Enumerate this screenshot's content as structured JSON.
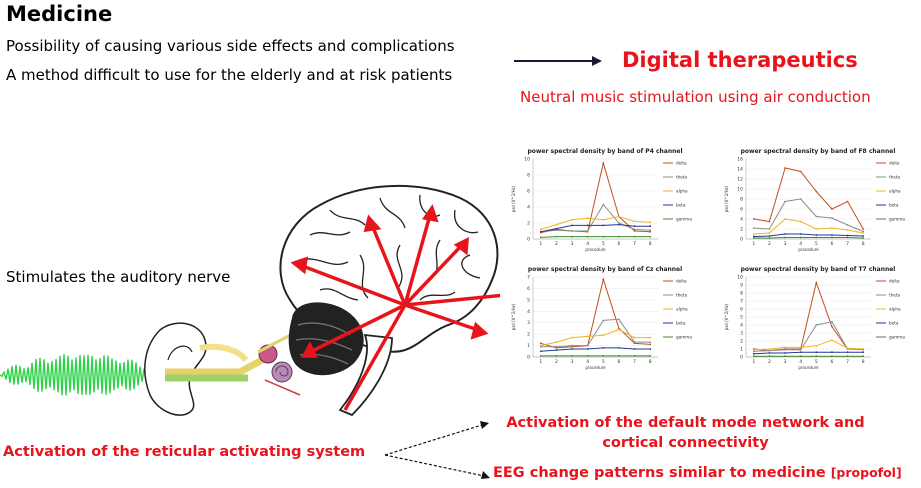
{
  "heading": {
    "title": "Medicine",
    "line1": "Possibility of causing various side effects and complications",
    "line2": "A method difficult to use for the elderly and at risk patients"
  },
  "digital": {
    "title": "Digital therapeutics",
    "subtitle": "Neutral music stimulation using air conduction"
  },
  "stimulus_label": "Stimulates the auditory nerve",
  "ras_label": "Activation of the reticular activating system",
  "outcomes": {
    "dmn_line1": "Activation of the default mode network and",
    "dmn_line2": "cortical connectivity",
    "eeg_main": "EEG change patterns similar to medicine ",
    "eeg_suffix": "[propofol]"
  },
  "colors": {
    "accent_red": "#e8141c",
    "delta": "#c0501f",
    "theta": "#8c8c8c",
    "alpha": "#f0b323",
    "beta": "#1f3a93",
    "gamma": "#3a8f2a"
  },
  "chart_data": [
    {
      "type": "line",
      "title": "power spectral density  by band of P4 channel",
      "xlabel": "procedure",
      "ylabel": "psd (V^2/Hz)",
      "x": [
        1,
        2,
        3,
        4,
        5,
        6,
        7,
        8
      ],
      "ylim": [
        0,
        10
      ],
      "yticks": [
        0,
        2,
        4,
        6,
        8,
        10
      ],
      "legend_position": "right",
      "series": [
        {
          "name": "delta",
          "values": [
            0.8,
            1.2,
            1.0,
            0.9,
            9.5,
            2.8,
            1.0,
            0.9
          ]
        },
        {
          "name": "theta",
          "values": [
            0.9,
            1.1,
            1.0,
            1.0,
            4.3,
            2.0,
            1.2,
            1.1
          ]
        },
        {
          "name": "alpha",
          "values": [
            1.2,
            1.8,
            2.4,
            2.6,
            2.4,
            2.8,
            2.2,
            2.1
          ]
        },
        {
          "name": "beta",
          "values": [
            0.9,
            1.3,
            1.7,
            1.7,
            1.7,
            1.8,
            1.6,
            1.6
          ]
        },
        {
          "name": "gamma",
          "values": [
            0.2,
            0.3,
            0.3,
            0.3,
            0.3,
            0.3,
            0.3,
            0.3
          ]
        }
      ]
    },
    {
      "type": "line",
      "title": "power spectral density  by band of F8 channel",
      "xlabel": "procedure",
      "ylabel": "psd (V^2/Hz)",
      "x": [
        1,
        2,
        3,
        4,
        5,
        6,
        7,
        8
      ],
      "ylim": [
        0,
        16
      ],
      "yticks": [
        0,
        2,
        4,
        6,
        8,
        10,
        12,
        14,
        16
      ],
      "legend_position": "right",
      "series": [
        {
          "name": "delta",
          "values": [
            4.0,
            3.5,
            14.2,
            13.5,
            9.5,
            6.0,
            7.5,
            2.0
          ]
        },
        {
          "name": "theta",
          "values": [
            2.2,
            2.0,
            7.5,
            8.0,
            4.5,
            4.2,
            2.8,
            1.5
          ]
        },
        {
          "name": "alpha",
          "values": [
            1.0,
            1.2,
            4.0,
            3.5,
            2.0,
            2.2,
            1.8,
            1.2
          ]
        },
        {
          "name": "beta",
          "values": [
            0.5,
            0.6,
            1.0,
            1.0,
            0.8,
            0.8,
            0.7,
            0.6
          ]
        },
        {
          "name": "gamma",
          "values": [
            0.2,
            0.2,
            0.3,
            0.3,
            0.3,
            0.3,
            0.3,
            0.2
          ]
        }
      ]
    },
    {
      "type": "line",
      "title": "power spectral density  by band of Cz channel",
      "xlabel": "procedure",
      "ylabel": "psd (V^2/Hz)",
      "x": [
        1,
        2,
        3,
        4,
        5,
        6,
        7,
        8
      ],
      "ylim": [
        0,
        7
      ],
      "yticks": [
        0,
        1,
        2,
        3,
        4,
        5,
        6,
        7
      ],
      "legend_position": "right",
      "series": [
        {
          "name": "delta",
          "values": [
            1.2,
            0.8,
            0.9,
            1.0,
            6.8,
            2.5,
            1.2,
            1.1
          ]
        },
        {
          "name": "theta",
          "values": [
            0.9,
            0.9,
            1.0,
            1.0,
            3.2,
            3.3,
            1.3,
            1.3
          ]
        },
        {
          "name": "alpha",
          "values": [
            1.0,
            1.3,
            1.7,
            1.8,
            1.9,
            2.4,
            1.7,
            1.7
          ]
        },
        {
          "name": "beta",
          "values": [
            0.5,
            0.6,
            0.7,
            0.7,
            0.8,
            0.8,
            0.7,
            0.7
          ]
        },
        {
          "name": "gamma",
          "values": [
            0.1,
            0.1,
            0.1,
            0.1,
            0.1,
            0.1,
            0.1,
            0.1
          ]
        }
      ]
    },
    {
      "type": "line",
      "title": "power spectral density  by band of T7 channel",
      "xlabel": "procedure",
      "ylabel": "psd (V^2/Hz)",
      "x": [
        1,
        2,
        3,
        4,
        5,
        6,
        7,
        8
      ],
      "ylim": [
        0,
        10
      ],
      "yticks": [
        0,
        1,
        2,
        3,
        4,
        5,
        6,
        7,
        8,
        9,
        10
      ],
      "legend_position": "right",
      "series": [
        {
          "name": "delta",
          "values": [
            1.0,
            0.8,
            1.0,
            1.0,
            9.3,
            3.8,
            1.0,
            1.0
          ]
        },
        {
          "name": "theta",
          "values": [
            0.7,
            0.8,
            0.9,
            0.9,
            4.0,
            4.4,
            1.0,
            0.9
          ]
        },
        {
          "name": "alpha",
          "values": [
            0.9,
            1.0,
            1.2,
            1.2,
            1.4,
            2.1,
            1.1,
            1.0
          ]
        },
        {
          "name": "beta",
          "values": [
            0.4,
            0.5,
            0.5,
            0.6,
            0.6,
            0.6,
            0.6,
            0.6
          ]
        },
        {
          "name": "gamma",
          "values": [
            0.1,
            0.1,
            0.1,
            0.1,
            0.1,
            0.1,
            0.1,
            0.1
          ]
        }
      ]
    }
  ]
}
